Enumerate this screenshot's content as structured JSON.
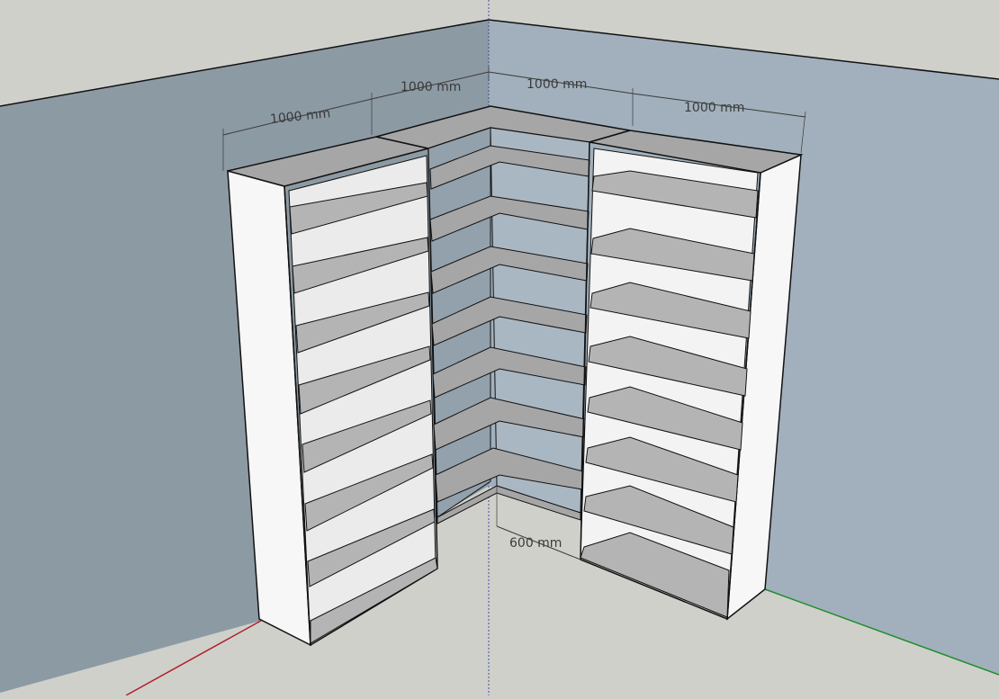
{
  "scene": {
    "colors": {
      "floor": "#d0d0cb",
      "wall_left": "#8c9aa4",
      "wall_right": "#a1b0bc",
      "wall_top_band": "#d0d0cb",
      "panel_white": "#f7f7f7",
      "panel_side": "#ececec",
      "shelf_grey": "#b4b4b4",
      "shelf_dark": "#a6a6a6",
      "edge": "#111111",
      "axis_red": "#b0202a",
      "axis_green": "#1d8f2a",
      "axis_blue": "#3e4fa8"
    }
  },
  "dimensions": {
    "top_left": "1000 mm",
    "top_mid_left": "1000 mm",
    "top_mid_right": "1000 mm",
    "top_right": "1000 mm",
    "depth": "600 mm"
  }
}
